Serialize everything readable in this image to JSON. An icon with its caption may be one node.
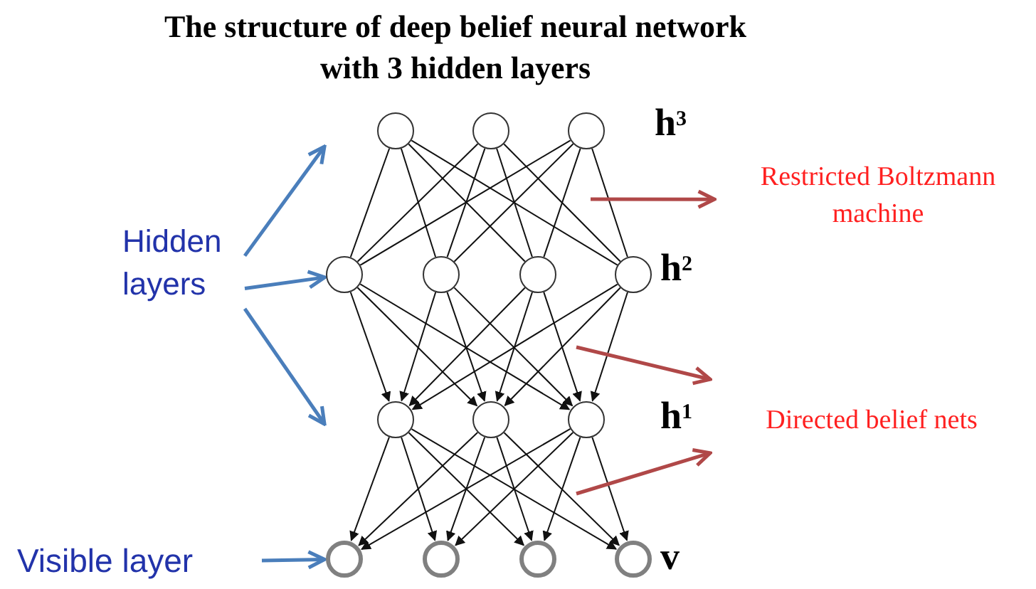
{
  "diagram": {
    "title": "The structure of deep belief neural network with 3 hidden layers",
    "nodes": [
      {
        "text": [
          "Hidden layers"
        ]
      },
      {
        "text": [
          "Visible layer"
        ]
      },
      {
        "text": [
          "Restricted Boltzmann machine"
        ]
      },
      {
        "text": [
          "Directed belief nets"
        ]
      },
      {
        "text": [],
        "shape": "circle"
      },
      {
        "text": [],
        "shape": "circle"
      },
      {
        "text": [],
        "shape": "circle"
      },
      {
        "text": [],
        "shape": "circle"
      },
      {
        "text": [],
        "shape": "circle"
      },
      {
        "text": [],
        "shape": "circle"
      },
      {
        "text": [],
        "shape": "circle"
      },
      {
        "text": [],
        "shape": "circle"
      },
      {
        "text": [],
        "shape": "circle"
      },
      {
        "text": [],
        "shape": "circle"
      },
      {
        "text": [],
        "shape": "circle"
      },
      {
        "text": [],
        "shape": "circle"
      },
      {
        "text": [],
        "shape": "circle"
      },
      {
        "text": [],
        "shape": "circle"
      }
    ],
    "edges": [
      {
        "from": 4,
        "to": 7,
        "arrow": "none"
      },
      {
        "from": 4,
        "to": 8,
        "arrow": "none"
      },
      {
        "from": 4,
        "to": 9,
        "arrow": "none"
      },
      {
        "from": 4,
        "to": 10,
        "arrow": "none"
      },
      {
        "from": 5,
        "to": 7,
        "arrow": "none"
      },
      {
        "from": 5,
        "to": 8,
        "arrow": "none"
      },
      {
        "from": 5,
        "to": 9,
        "arrow": "none"
      },
      {
        "from": 5,
        "to": 10,
        "arrow": "none"
      },
      {
        "from": 6,
        "to": 7,
        "arrow": "none"
      },
      {
        "from": 6,
        "to": 8,
        "arrow": "none"
      },
      {
        "from": 6,
        "to": 9,
        "arrow": "none"
      },
      {
        "from": 6,
        "to": 10,
        "arrow": "none"
      },
      {
        "from": 7,
        "to": 11,
        "arrow": "to"
      },
      {
        "from": 7,
        "to": 12,
        "arrow": "to"
      },
      {
        "from": 7,
        "to": 13,
        "arrow": "to"
      },
      {
        "from": 8,
        "to": 11,
        "arrow": "to"
      },
      {
        "from": 8,
        "to": 12,
        "arrow": "to"
      },
      {
        "from": 8,
        "to": 13,
        "arrow": "to"
      },
      {
        "from": 9,
        "to": 11,
        "arrow": "to"
      },
      {
        "from": 9,
        "to": 12,
        "arrow": "to"
      },
      {
        "from": 9,
        "to": 13,
        "arrow": "to"
      },
      {
        "from": 10,
        "to": 11,
        "arrow": "to"
      },
      {
        "from": 10,
        "to": 12,
        "arrow": "to"
      },
      {
        "from": 10,
        "to": 13,
        "arrow": "to"
      },
      {
        "from": 11,
        "to": 14,
        "arrow": "to"
      },
      {
        "from": 11,
        "to": 15,
        "arrow": "to"
      },
      {
        "from": 11,
        "to": 16,
        "arrow": "to"
      },
      {
        "from": 11,
        "to": 17,
        "arrow": "to"
      },
      {
        "from": 12,
        "to": 14,
        "arrow": "to"
      },
      {
        "from": 12,
        "to": 15,
        "arrow": "to"
      },
      {
        "from": 12,
        "to": 16,
        "arrow": "to"
      },
      {
        "from": 12,
        "to": 17,
        "arrow": "to"
      },
      {
        "from": 13,
        "to": 14,
        "arrow": "to"
      },
      {
        "from": 13,
        "to": 15,
        "arrow": "to"
      },
      {
        "from": 13,
        "to": 16,
        "arrow": "to"
      },
      {
        "from": 13,
        "to": 17,
        "arrow": "to"
      },
      {
        "from": 0,
        "to": null,
        "arrow": "to",
        "style": "thick",
        "color": "#4a7ebb"
      },
      {
        "from": 0,
        "to": 7,
        "arrow": "to",
        "style": "thick",
        "color": "#4a7ebb"
      },
      {
        "from": 0,
        "to": null,
        "arrow": "to",
        "style": "thick",
        "color": "#4a7ebb"
      },
      {
        "from": 1,
        "to": 14,
        "arrow": "to",
        "style": "thick",
        "color": "#4a7ebb"
      },
      {
        "from": null,
        "to": 2,
        "arrow": "to",
        "style": "thick",
        "color": "#b04848"
      },
      {
        "from": null,
        "to": 3,
        "arrow": "to",
        "style": "thick",
        "color": "#b04848"
      },
      {
        "from": null,
        "to": 3,
        "arrow": "to",
        "style": "thick",
        "color": "#b04848"
      }
    ],
    "labels": [
      "h$^{3}$",
      "h$^{2}$",
      "h$^{1}$",
      "v"
    ]
  }
}
